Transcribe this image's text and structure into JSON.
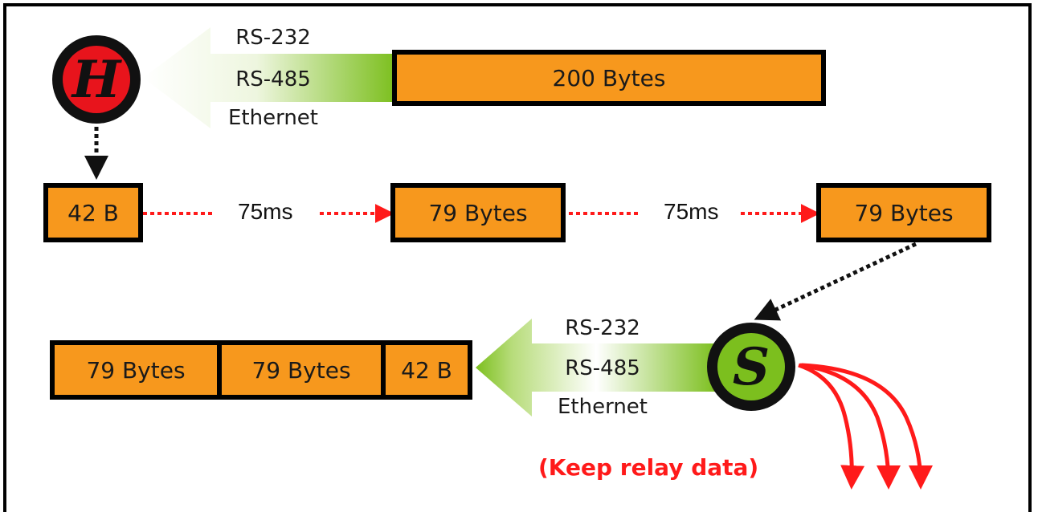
{
  "top": {
    "badge_letter": "H",
    "interfaces": [
      "RS-232",
      "RS-485",
      "Ethernet"
    ],
    "packet": "200 Bytes"
  },
  "middle": {
    "packets": [
      "42 B",
      "79 Bytes",
      "79 Bytes"
    ],
    "intervals": [
      "75ms",
      "75ms"
    ]
  },
  "bottom": {
    "badge_letter": "S",
    "interfaces": [
      "RS-232",
      "RS-485",
      "Ethernet"
    ],
    "packets": [
      "79 Bytes",
      "79 Bytes",
      "42 B"
    ],
    "note": "(Keep relay data)"
  },
  "colors": {
    "packet": "#f7981d",
    "host_badge": "#e8141c",
    "slave_badge": "#7cbf1e",
    "arrow_green": "#7cbf1e",
    "dotted_red": "#ff1a1a",
    "relay_red": "#ff1a1a"
  }
}
